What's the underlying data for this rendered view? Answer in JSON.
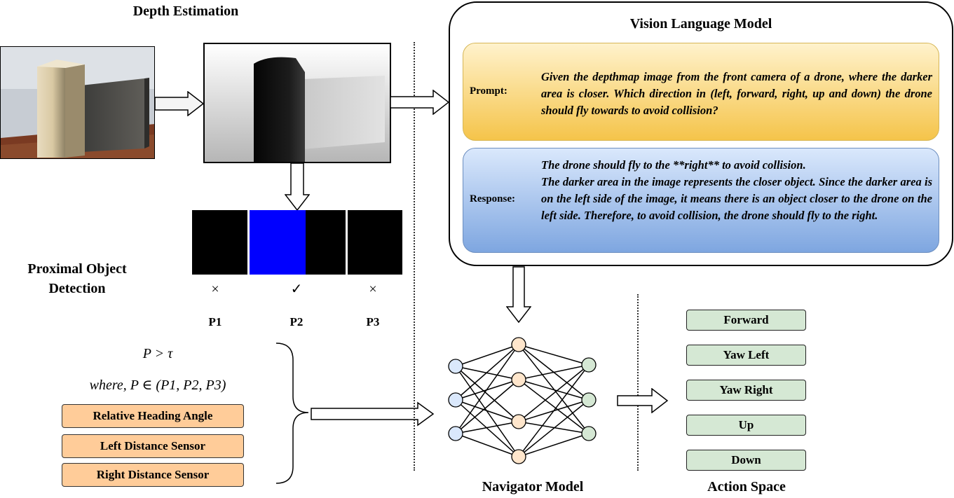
{
  "depth_estimation": {
    "title": "Depth Estimation"
  },
  "vlm": {
    "title": "Vision Language Model",
    "prompt_label": "Prompt:",
    "prompt_text": "Given the depthmap image from the front camera of a drone, where the darker area is closer. Which direction in (left, forward, right, up and down) the drone should fly towards to avoid collision?",
    "response_label": "Response:",
    "response_line1": "The drone should fly to the **right** to avoid collision.",
    "response_text": "The darker area in the image represents the closer object.  Since the darker area is on the left side of the image, it means there is an object closer to the drone on the left side.  Therefore, to avoid collision, the drone should fly to the right."
  },
  "proximal": {
    "title_line1": "Proximal Object",
    "title_line2": "Detection",
    "marks": [
      "×",
      "✓",
      "×"
    ],
    "labels": [
      "P1",
      "P2",
      "P3"
    ],
    "highlight_color": "#0000ff"
  },
  "condition": {
    "line1": "P > τ",
    "line2": "where, P ∈ (P1, P2, P3)"
  },
  "inputs": [
    "Relative Heading Angle",
    "Left Distance Sensor",
    "Right Distance Sensor"
  ],
  "navigator": {
    "title": "Navigator Model"
  },
  "action_space": {
    "title": "Action Space",
    "actions": [
      "Forward",
      "Yaw Left",
      "Yaw Right",
      "Up",
      "Down"
    ]
  }
}
